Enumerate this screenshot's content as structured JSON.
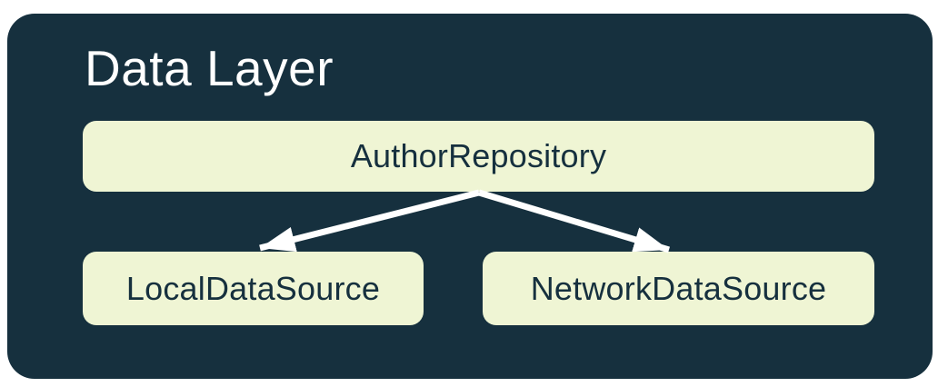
{
  "diagram": {
    "title": "Data Layer",
    "nodes": [
      {
        "id": "author-repository",
        "label": "AuthorRepository"
      },
      {
        "id": "local-data-source",
        "label": "LocalDataSource"
      },
      {
        "id": "network-data-source",
        "label": "NetworkDataSource"
      }
    ],
    "edges": [
      {
        "from": "author-repository",
        "to": "local-data-source"
      },
      {
        "from": "author-repository",
        "to": "network-data-source"
      }
    ],
    "colors": {
      "page_bg": "#ffffff",
      "container_bg": "#16303e",
      "node_bg": "#eff5d4",
      "node_text": "#16303e",
      "title_text": "#ffffff",
      "arrow": "#ffffff"
    }
  }
}
